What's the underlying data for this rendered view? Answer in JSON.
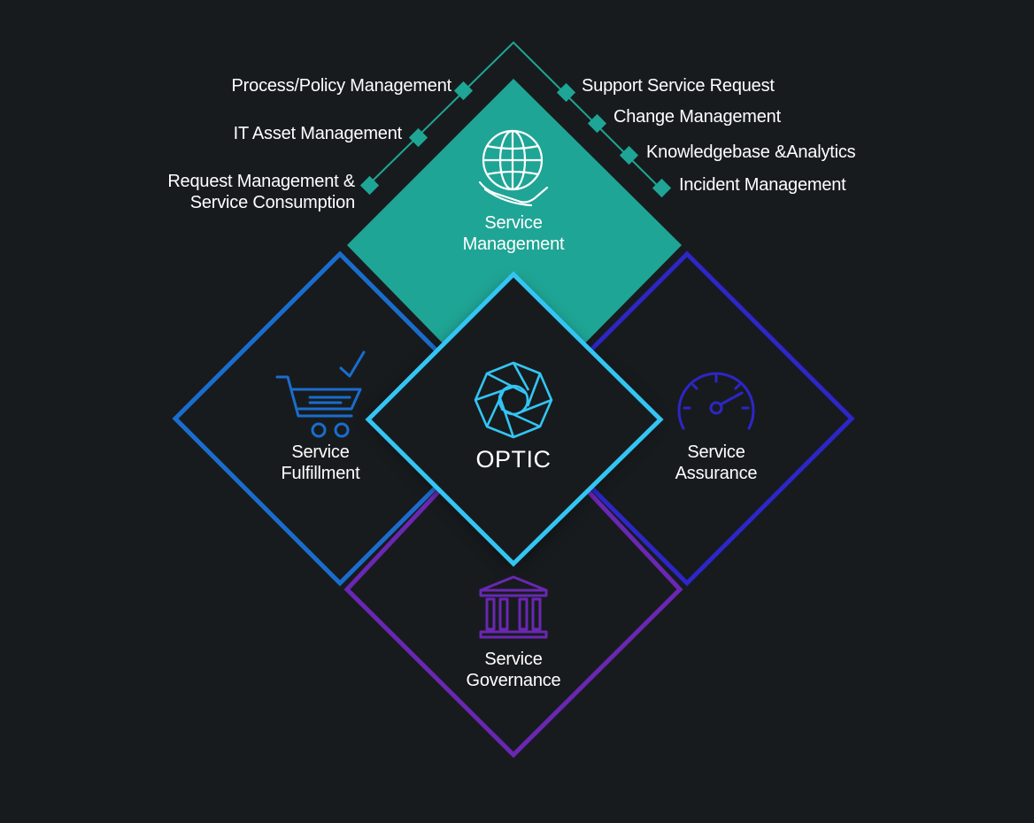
{
  "colors": {
    "background": "#181b1e",
    "service_management": "#1fa595",
    "service_fulfillment": "#1a6dcc",
    "service_assurance": "#2d26c8",
    "service_governance": "#6a27b3",
    "optic": "#33c5f3",
    "text": "#ffffff"
  },
  "diagram": {
    "core": {
      "label": "OPTIC",
      "icon": "aperture-icon"
    },
    "quadrants": {
      "management": {
        "line1": "Service",
        "line2": "Management",
        "icon": "globe-hand-icon"
      },
      "fulfillment": {
        "line1": "Service",
        "line2": "Fulfillment",
        "icon": "shopping-cart-check-icon"
      },
      "assurance": {
        "line1": "Service",
        "line2": "Assurance",
        "icon": "speedometer-icon"
      },
      "governance": {
        "line1": "Service",
        "line2": "Governance",
        "icon": "government-building-icon"
      }
    },
    "left_items": [
      {
        "label": "Process/Policy Management"
      },
      {
        "label": "IT Asset Management"
      },
      {
        "line1": "Request Management &",
        "line2": "Service Consumption"
      }
    ],
    "right_items": [
      {
        "label": "Support Service Request"
      },
      {
        "label": "Change Management"
      },
      {
        "label": "Knowledgebase &Analytics"
      },
      {
        "label": "Incident Management"
      }
    ]
  }
}
